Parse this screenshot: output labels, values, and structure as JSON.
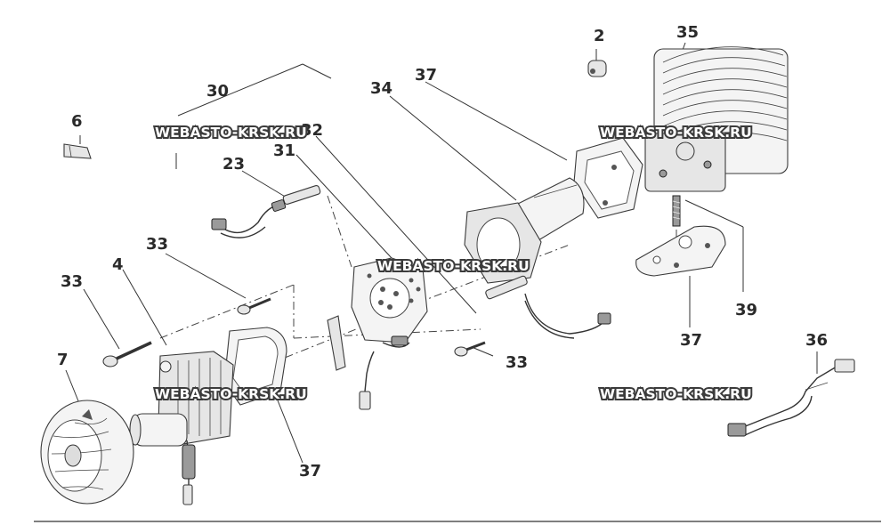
{
  "watermark": "WEBASTO-KRSK.RU",
  "callouts": {
    "p2": "2",
    "p35": "35",
    "p37_top": "37",
    "p34": "34",
    "p30": "30",
    "p6": "6",
    "p32": "32",
    "p31": "31",
    "p23": "23",
    "p33_top": "33",
    "p4": "4",
    "p33_left": "33",
    "p7": "7",
    "p33_mid": "33",
    "p37_bottom": "37",
    "p39": "39",
    "p37_right": "37",
    "p36": "36"
  }
}
